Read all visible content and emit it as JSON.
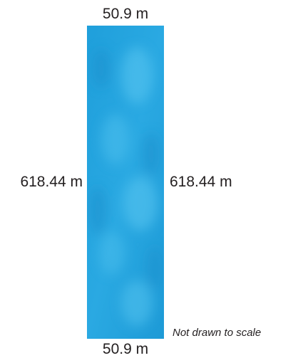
{
  "diagram": {
    "top_width_label": "50.9 m",
    "bottom_width_label": "50.9 m",
    "left_length_label": "618.44 m",
    "right_length_label": "618.44 m",
    "scale_note": "Not drawn to scale",
    "water_color": "#29a8e0",
    "water_highlight_color": "#4fc3f0"
  }
}
